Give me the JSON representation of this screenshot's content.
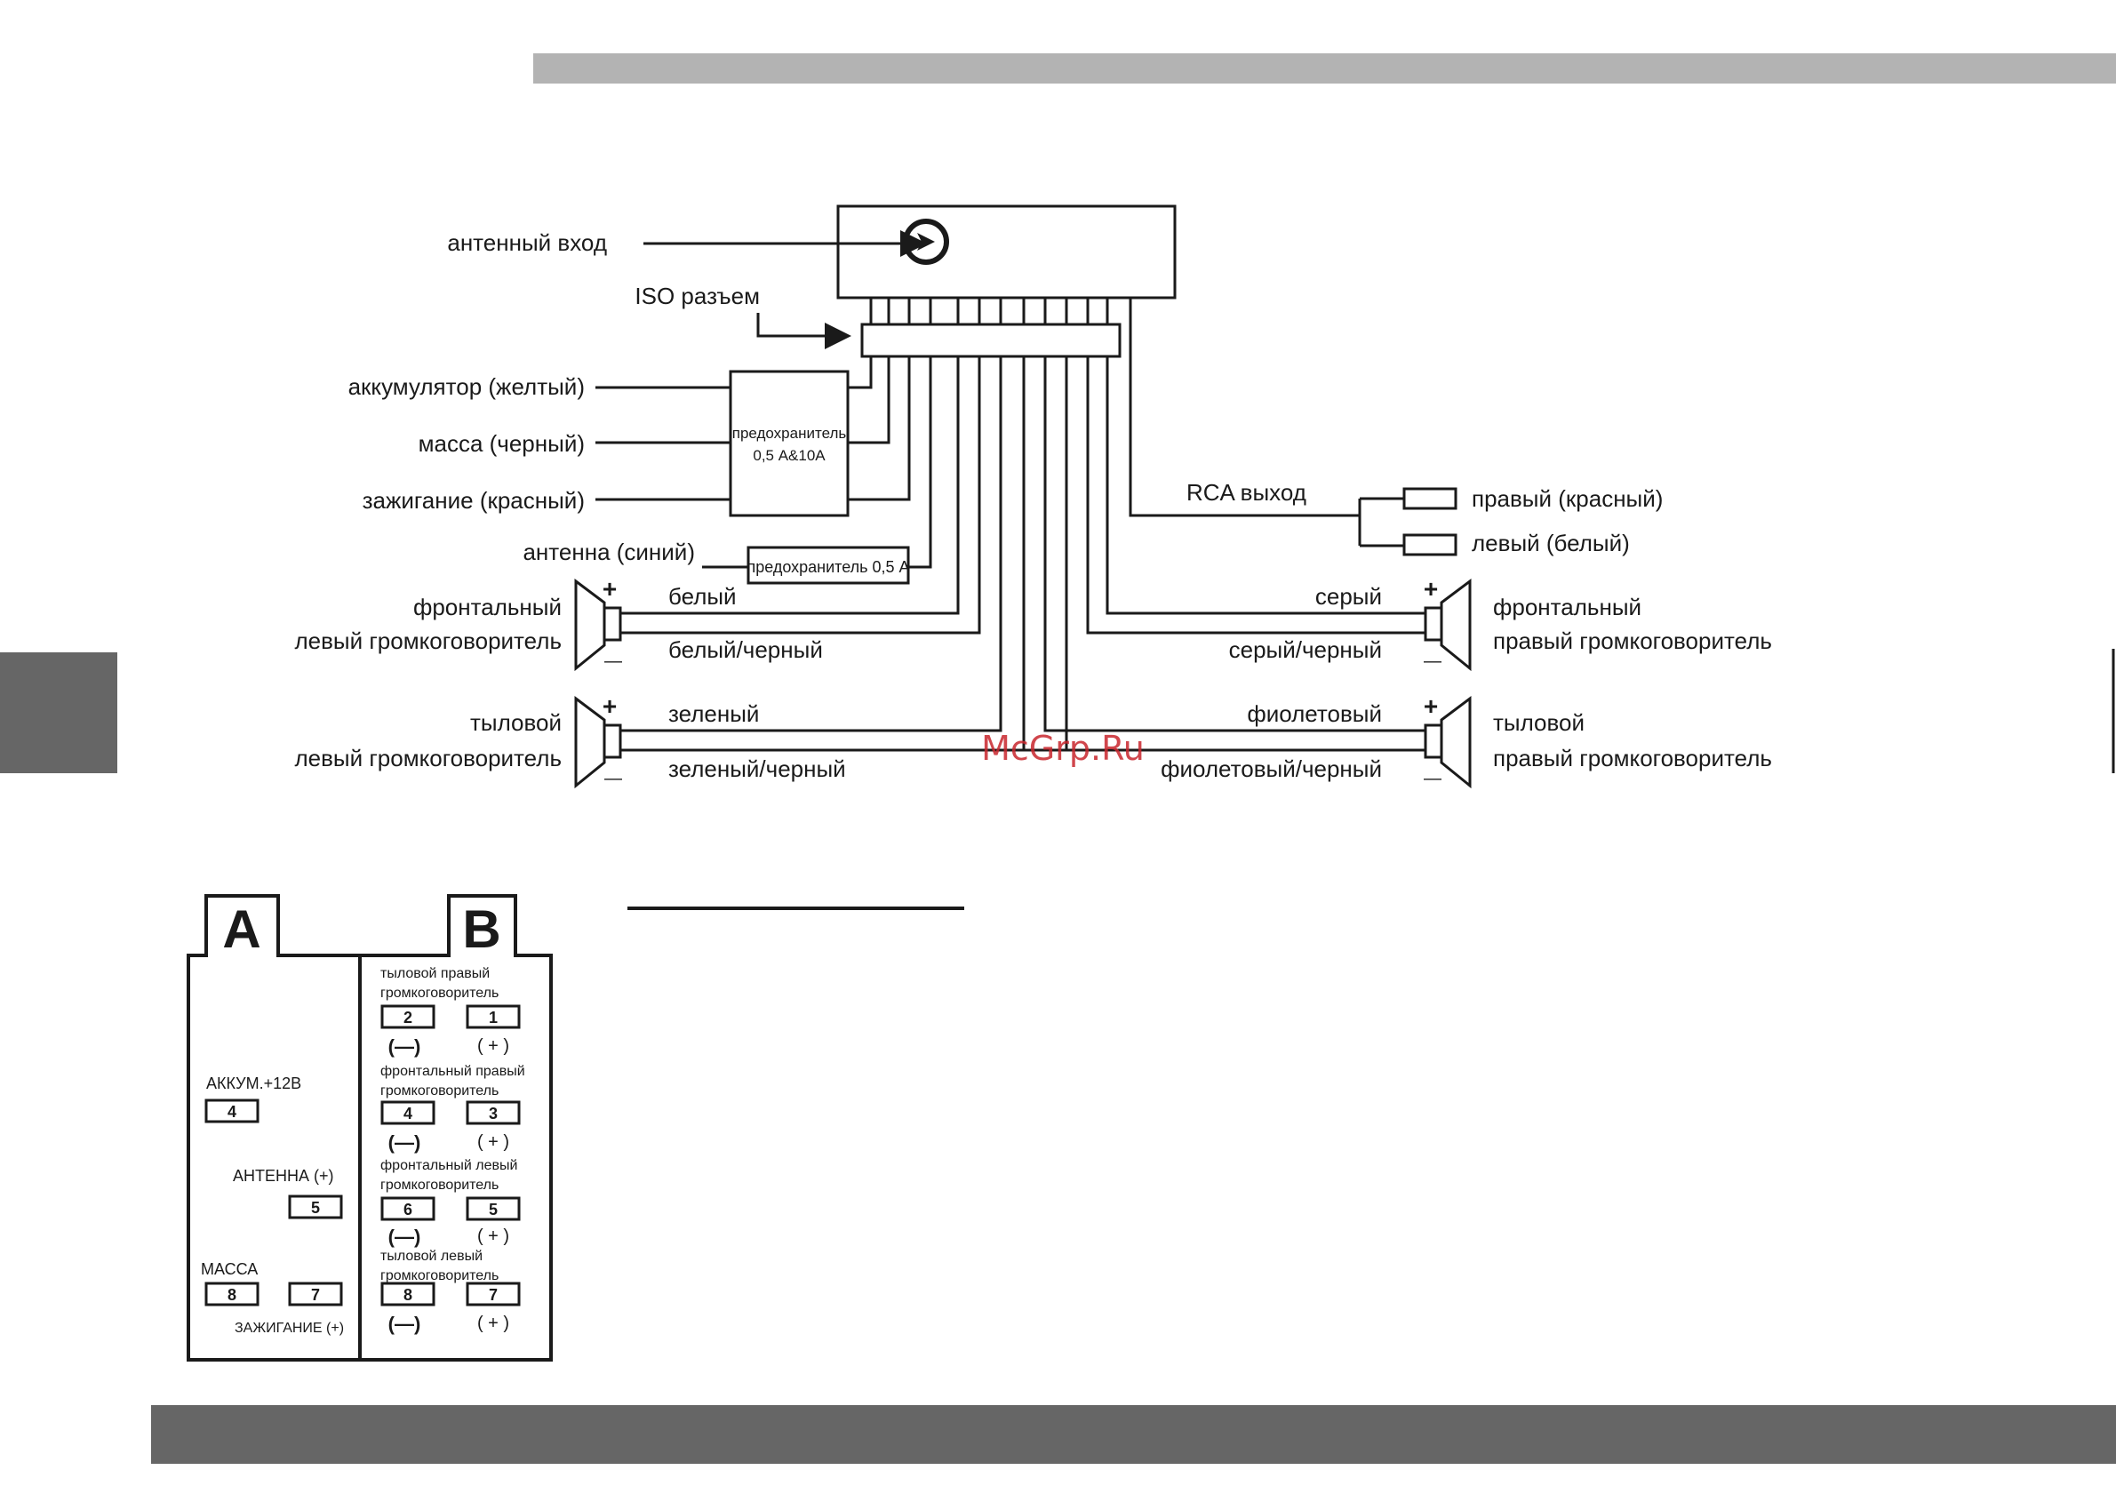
{
  "colors": {
    "top_bar": "#b3b3b3",
    "bottom_bar": "#666666",
    "side_tab": "#666666",
    "line": "#1a1a1a",
    "watermark": "#c8262d"
  },
  "head_unit": {
    "antenna_input_label": "антенный вход",
    "iso_connector_label": "ISO разъем"
  },
  "power": {
    "battery_label": "аккумулятор (желтый)",
    "ground_label": "масса  (черный)",
    "ignition_label": "зажигание (красный)",
    "fuse_label_line1": "предохранитель",
    "fuse_label_line2": "0,5 А&10А",
    "antenna_wire_label": "антенна (синий)",
    "antenna_fuse_label": "предохранитель 0,5 А"
  },
  "rca": {
    "label": "RCA выход",
    "right_label": "правый (красный)",
    "left_label": "левый (белый)"
  },
  "speakers": {
    "front_left_line1": "фронтальный",
    "front_left_line2": "левый громкоговоритель",
    "rear_left_line1": "тыловой",
    "rear_left_line2": "левый громкоговоритель",
    "front_right_line1": "фронтальный",
    "front_right_line2": "правый громкоговоритель",
    "rear_right_line1": "тыловой",
    "rear_right_line2": "правый громкоговоритель",
    "plus": "+",
    "minus": "—"
  },
  "wires": {
    "white": "белый",
    "white_black": "белый/черный",
    "green": "зеленый",
    "green_black": "зеленый/черный",
    "gray": "серый",
    "gray_black": "серый/черный",
    "violet": "фиолетовый",
    "violet_black": "фиолетовый/черный"
  },
  "watermark": "McGrp.Ru",
  "connector": {
    "a_letter": "A",
    "b_letter": "B",
    "a_battery": "АККУМ.+12В",
    "a_antenna": "АНТЕННА (+)",
    "a_ground": "МАССА",
    "a_ignition": "ЗАЖИГАНИЕ (+)",
    "pin_4": "4",
    "pin_5": "5",
    "pin_7": "7",
    "pin_8": "8",
    "b_rear_right_1": "тыловой правый",
    "b_rear_right_2": "громкоговоритель",
    "b_front_right_1": "фронтальный правый",
    "b_front_right_2": "громкоговоритель",
    "b_front_left_1": "фронтальный левый",
    "b_front_left_2": "громкоговоритель",
    "b_rear_left_1": "тыловой левый",
    "b_rear_left_2": "громкоговоритель",
    "b_pin_1": "1",
    "b_pin_2": "2",
    "b_pin_3": "3",
    "b_pin_4": "4",
    "b_pin_5": "5",
    "b_pin_6": "6",
    "b_pin_7": "7",
    "b_pin_8": "8",
    "neg": "(—)",
    "pos": "( + )"
  }
}
